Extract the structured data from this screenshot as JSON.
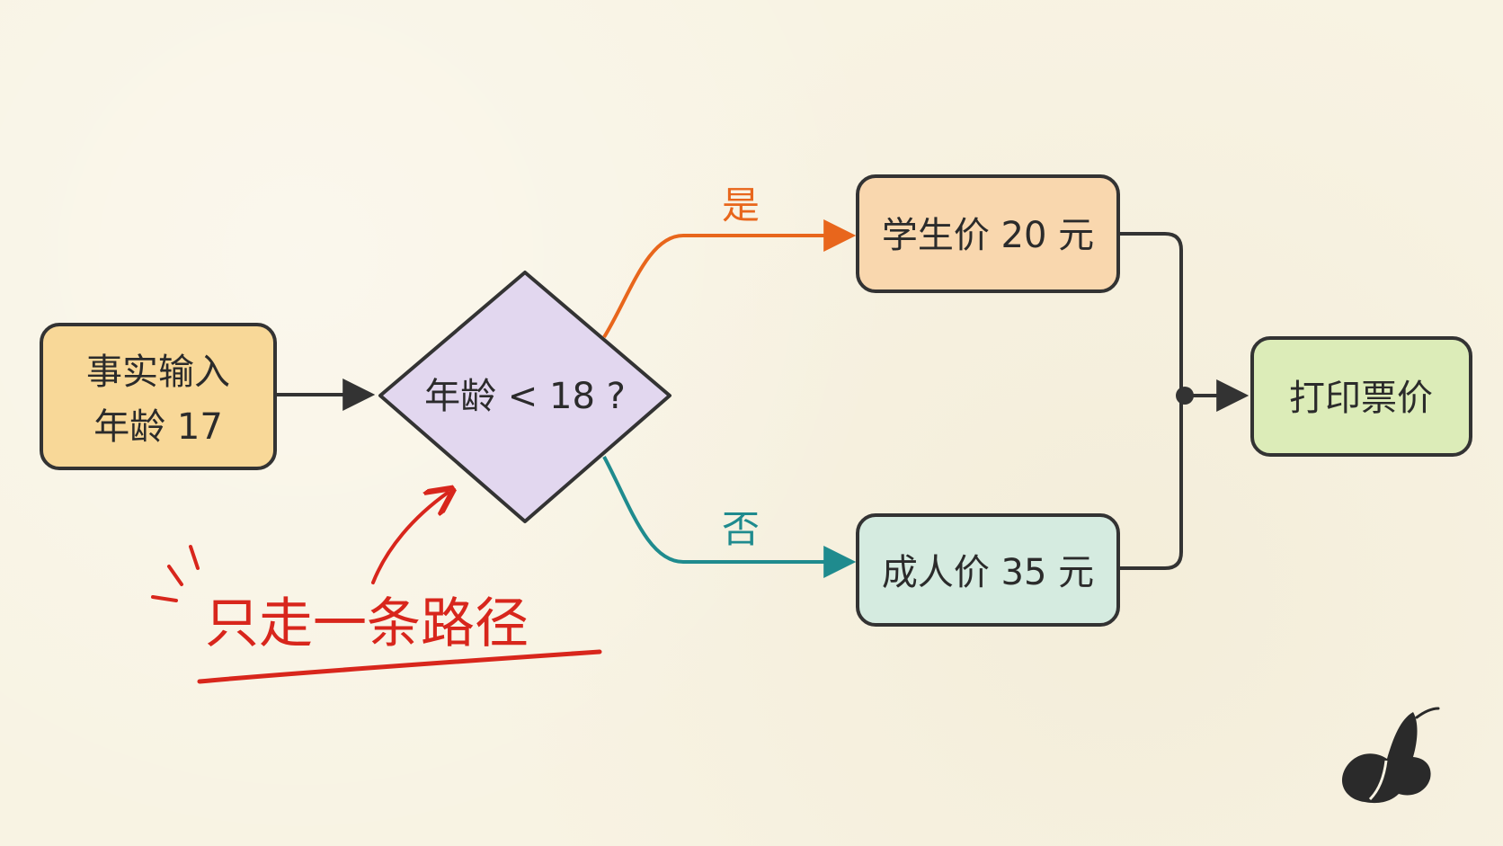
{
  "diagram": {
    "input_box": {
      "line1": "事实输入",
      "line2": "年龄 17",
      "fill": "#f8d898"
    },
    "decision": {
      "label": "年龄 < 18 ?",
      "fill": "#e2d7ef"
    },
    "yes_branch": {
      "label": "是",
      "color": "#e8661c"
    },
    "no_branch": {
      "label": "否",
      "color": "#1f8b8e"
    },
    "student_box": {
      "label": "学生价 20 元",
      "fill": "#f9d7ae"
    },
    "adult_box": {
      "label": "成人价 35 元",
      "fill": "#d5ebe0"
    },
    "output_box": {
      "label": "打印票价",
      "fill": "#dcecb8"
    },
    "annotation": {
      "text": "只走一条路径",
      "color": "#d8261c"
    },
    "logo": {
      "icon": "butterfly-icon",
      "color": "#2a2a2a"
    },
    "colors": {
      "background": "#f8f3e3",
      "stroke": "#333333"
    }
  }
}
